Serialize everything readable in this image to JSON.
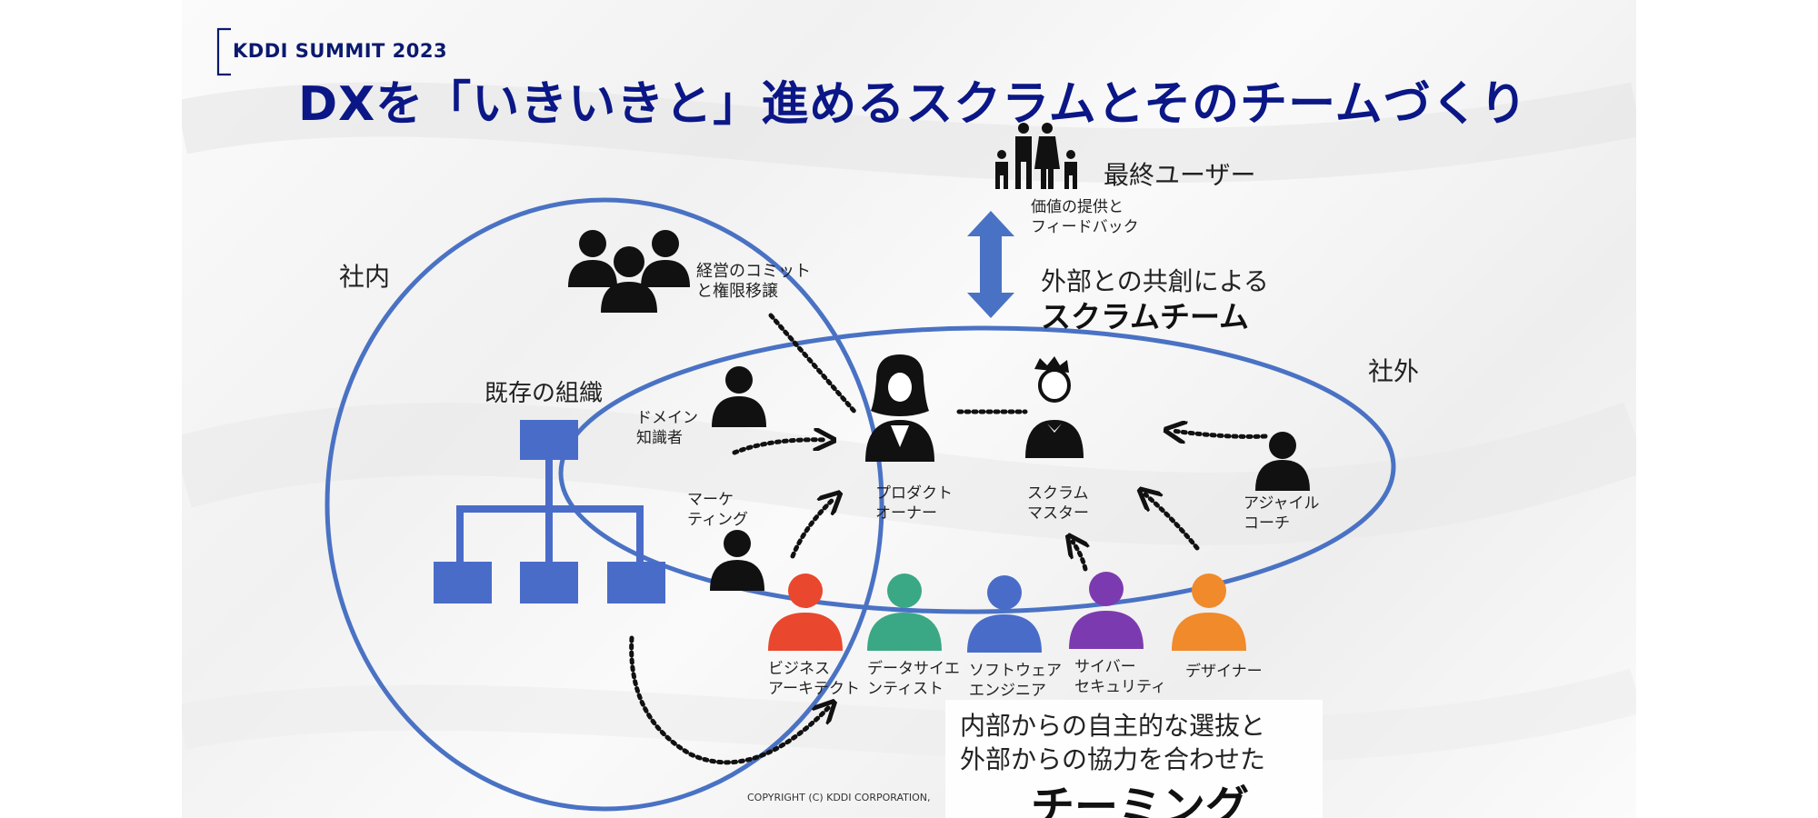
{
  "header": {
    "brand": "KDDI SUMMIT 2023",
    "title": "DXを「いきいきと」進めるスクラムとそのチームづくり"
  },
  "regions": {
    "internal": "社内",
    "external": "社外"
  },
  "labels": {
    "end_user": "最終ユーザー",
    "value_feedback": "価値の提供と\nフィードバック",
    "co_creation_line1": "外部との共創による",
    "co_creation_line2": "スクラムチーム",
    "management": "経営のコミット\nと権限移譲",
    "existing_org": "既存の組織",
    "domain_expert": "ドメイン\n知識者",
    "marketing": "マーケ\nティング",
    "product_owner": "プロダクト\nオーナー",
    "scrum_master": "スクラム\nマスター",
    "agile_coach": "アジャイル\nコーチ",
    "business_architect": "ビジネス\nアーキテクト",
    "data_scientist": "データサイエ\nンティスト",
    "software_engineer": "ソフトウェア\nエンジニア",
    "cyber_security": "サイバー\nセキュリティ",
    "designer": "デザイナー",
    "teaming_line1": "内部からの自主的な選抜と",
    "teaming_line2": "外部からの協力を合わせた",
    "teaming_line3": "チーミング"
  },
  "footer": {
    "copyright": "COPYRIGHT (C) KDDI CORPORATION,"
  },
  "colors": {
    "title": "#0b1786",
    "circle": "#4a72c4",
    "org_box": "#4a6cc9",
    "arrow_blue": "#4a72c4",
    "business_architect": "#e9472e",
    "data_scientist": "#3aa884",
    "software_engineer": "#4a6cc9",
    "cyber_security": "#7c3ab0",
    "designer": "#f08a2a"
  },
  "icons": {
    "family": "family-icon",
    "person": "person-icon",
    "group": "group-icon",
    "org_chart": "org-chart-icon",
    "product_owner": "woman-icon",
    "scrum_master": "man-icon"
  }
}
